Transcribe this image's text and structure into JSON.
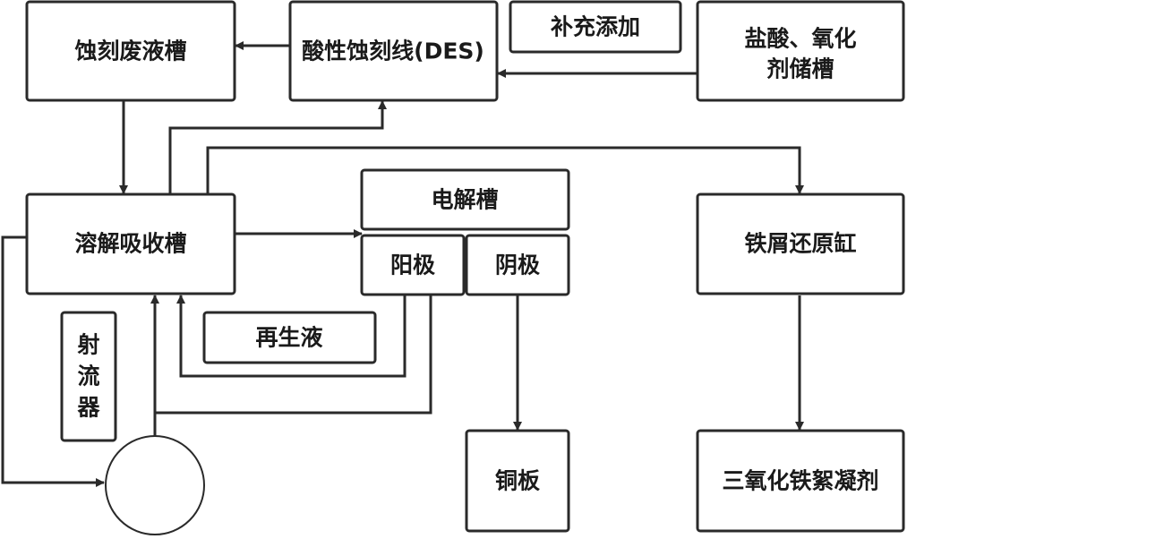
{
  "nodes": {
    "waste_tank": "蚀刻废液槽",
    "etch_line": "酸性蚀刻线(DES)",
    "supplement": "补充添加",
    "acid_storage_l1": "盐酸、氧化",
    "acid_storage_l2": "剂储槽",
    "absorb_tank": "溶解吸收槽",
    "electrolytic_cell": "电解槽",
    "anode": "阳极",
    "cathode": "阴极",
    "regen_liquid": "再生液",
    "ejector_1": "射",
    "ejector_2": "流",
    "ejector_3": "器",
    "iron_reduction": "铁屑还原缸",
    "copper_plate": "铜板",
    "ferric_flocculant": "三氧化铁絮凝剂"
  },
  "colors": {
    "line": "#2a2a2a",
    "text": "#1a1a1a",
    "background": "#ffffff"
  }
}
